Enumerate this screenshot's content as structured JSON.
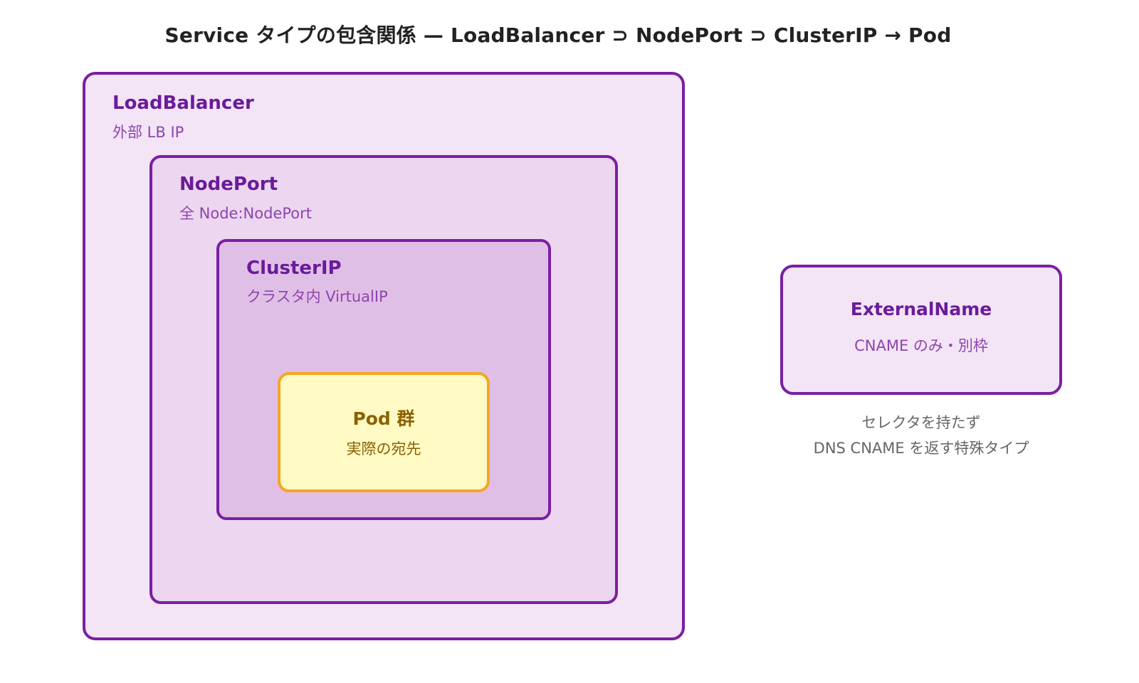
{
  "title": "Service タイプの包含関係 — LoadBalancer ⊃ NodePort ⊃ ClusterIP → Pod",
  "boxes": {
    "loadbalancer": {
      "name": "LoadBalancer",
      "desc": "外部 LB IP"
    },
    "nodeport": {
      "name": "NodePort",
      "desc": "全 Node:NodePort"
    },
    "clusterip": {
      "name": "ClusterIP",
      "desc": "クラスタ内 VirtualIP"
    },
    "pod": {
      "name": "Pod 群",
      "desc": "実際の宛先"
    },
    "externalname": {
      "name": "ExternalName",
      "desc": "CNAME のみ・別枠"
    }
  },
  "externalname_note": {
    "line1": "セレクタを持たず",
    "line2": "DNS CNAME を返す特殊タイプ"
  },
  "colors": {
    "border": "#7b1fa2",
    "pod_border": "#f5a623",
    "pod_fill": "#fff9c4",
    "lb_fill": "#f3e4f6",
    "nodeport_fill": "#ecd6f0",
    "clusterip_fill": "#e0bfe6"
  }
}
